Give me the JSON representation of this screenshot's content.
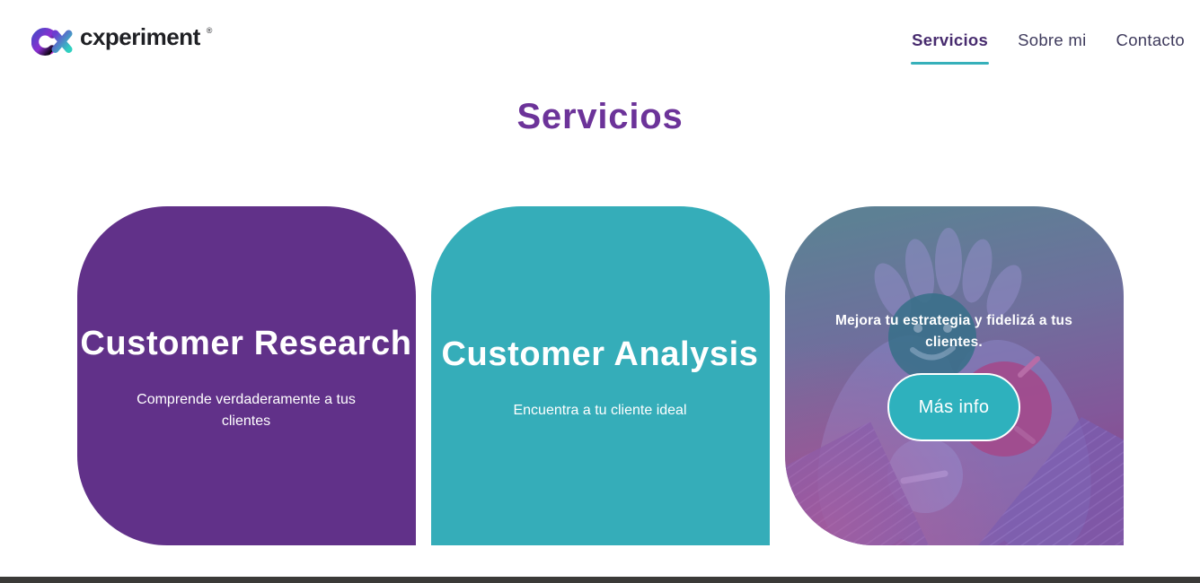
{
  "brand": {
    "name": "cxperiment",
    "registered_mark": "®",
    "logo_icon": "cx-infinity-logo-icon"
  },
  "nav": {
    "items": [
      {
        "label": "Servicios",
        "active": true
      },
      {
        "label": "Sobre mi",
        "active": false
      },
      {
        "label": "Contacto",
        "active": false
      }
    ],
    "active_underline_color": "#36B0BA"
  },
  "page": {
    "title": "Servicios",
    "title_color": "#6C3399"
  },
  "cards": [
    {
      "title": "Customer Research",
      "subtitle": "Comprende verdaderamente a tus clientes",
      "background": "#613189"
    },
    {
      "title": "Customer Analysis",
      "subtitle": "Encuentra a tu cliente ideal",
      "background": "#35ADB9"
    },
    {
      "title": "Mejora tu estrategia y fidelizá a tus clientes.",
      "button_label": "Más info",
      "button_color": "#2EB1BD",
      "image_description": "hands holding smiley-face balls under purple gradient overlay"
    }
  ],
  "footer": {
    "bar_color": "#3B3A38"
  }
}
